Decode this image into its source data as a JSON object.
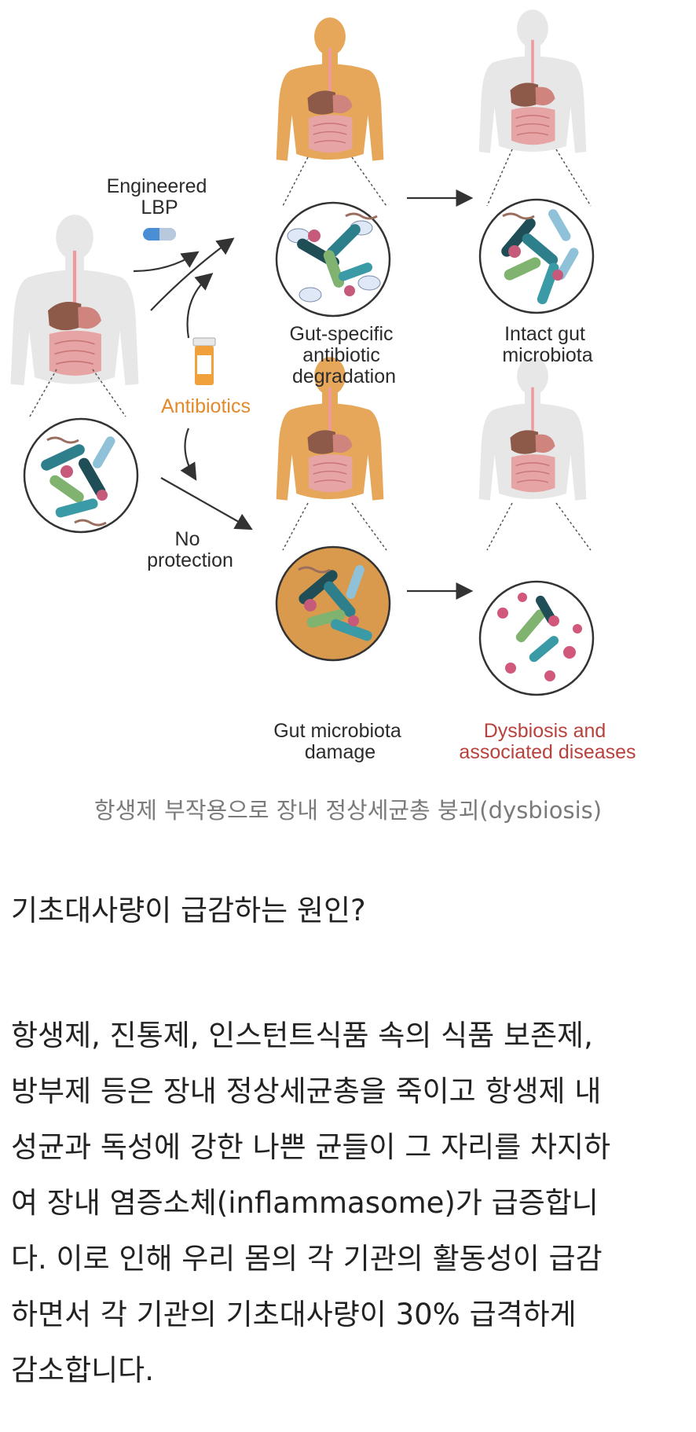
{
  "diagram": {
    "labels": {
      "lbp": [
        "Engineered",
        "LBP"
      ],
      "antibiotics": "Antibiotics",
      "no_protection": [
        "No",
        "protection"
      ],
      "gut_specific": [
        "Gut-specific",
        "antibiotic",
        "degradation"
      ],
      "intact": [
        "Intact gut",
        "microbiota"
      ],
      "damage": [
        "Gut microbiota",
        "damage"
      ],
      "dysbiosis": [
        "Dysbiosis and",
        "associated diseases"
      ]
    },
    "colors": {
      "body_gray": "#e7e7e7",
      "body_orange": "#e6a75a",
      "antibiotics_text": "#e3892b",
      "dysbiosis_text": "#b8413c",
      "esophagus": "#ef9aa0",
      "liver": "#8d5a4a",
      "intestine": "#e7a4a4"
    }
  },
  "caption": "항생제 부작용으로 장내 정상세균총 붕괴(dysbiosis)",
  "heading": "기초대사량이 급감하는 원인?",
  "body_lines": [
    "항생제, 진통제, 인스턴트식품 속의 식품 보존제,",
    "방부제 등은 장내 정상세균총을 죽이고 항생제 내",
    "성균과 독성에 강한 나쁜 균들이 그 자리를 차지하",
    "여 장내 염증소체(inflammasome)가 급증합니",
    "다. 이로 인해 우리 몸의 각 기관의 활동성이 급감",
    "하면서 각 기관의 기초대사량이 30% 급격하게",
    "감소합니다."
  ]
}
